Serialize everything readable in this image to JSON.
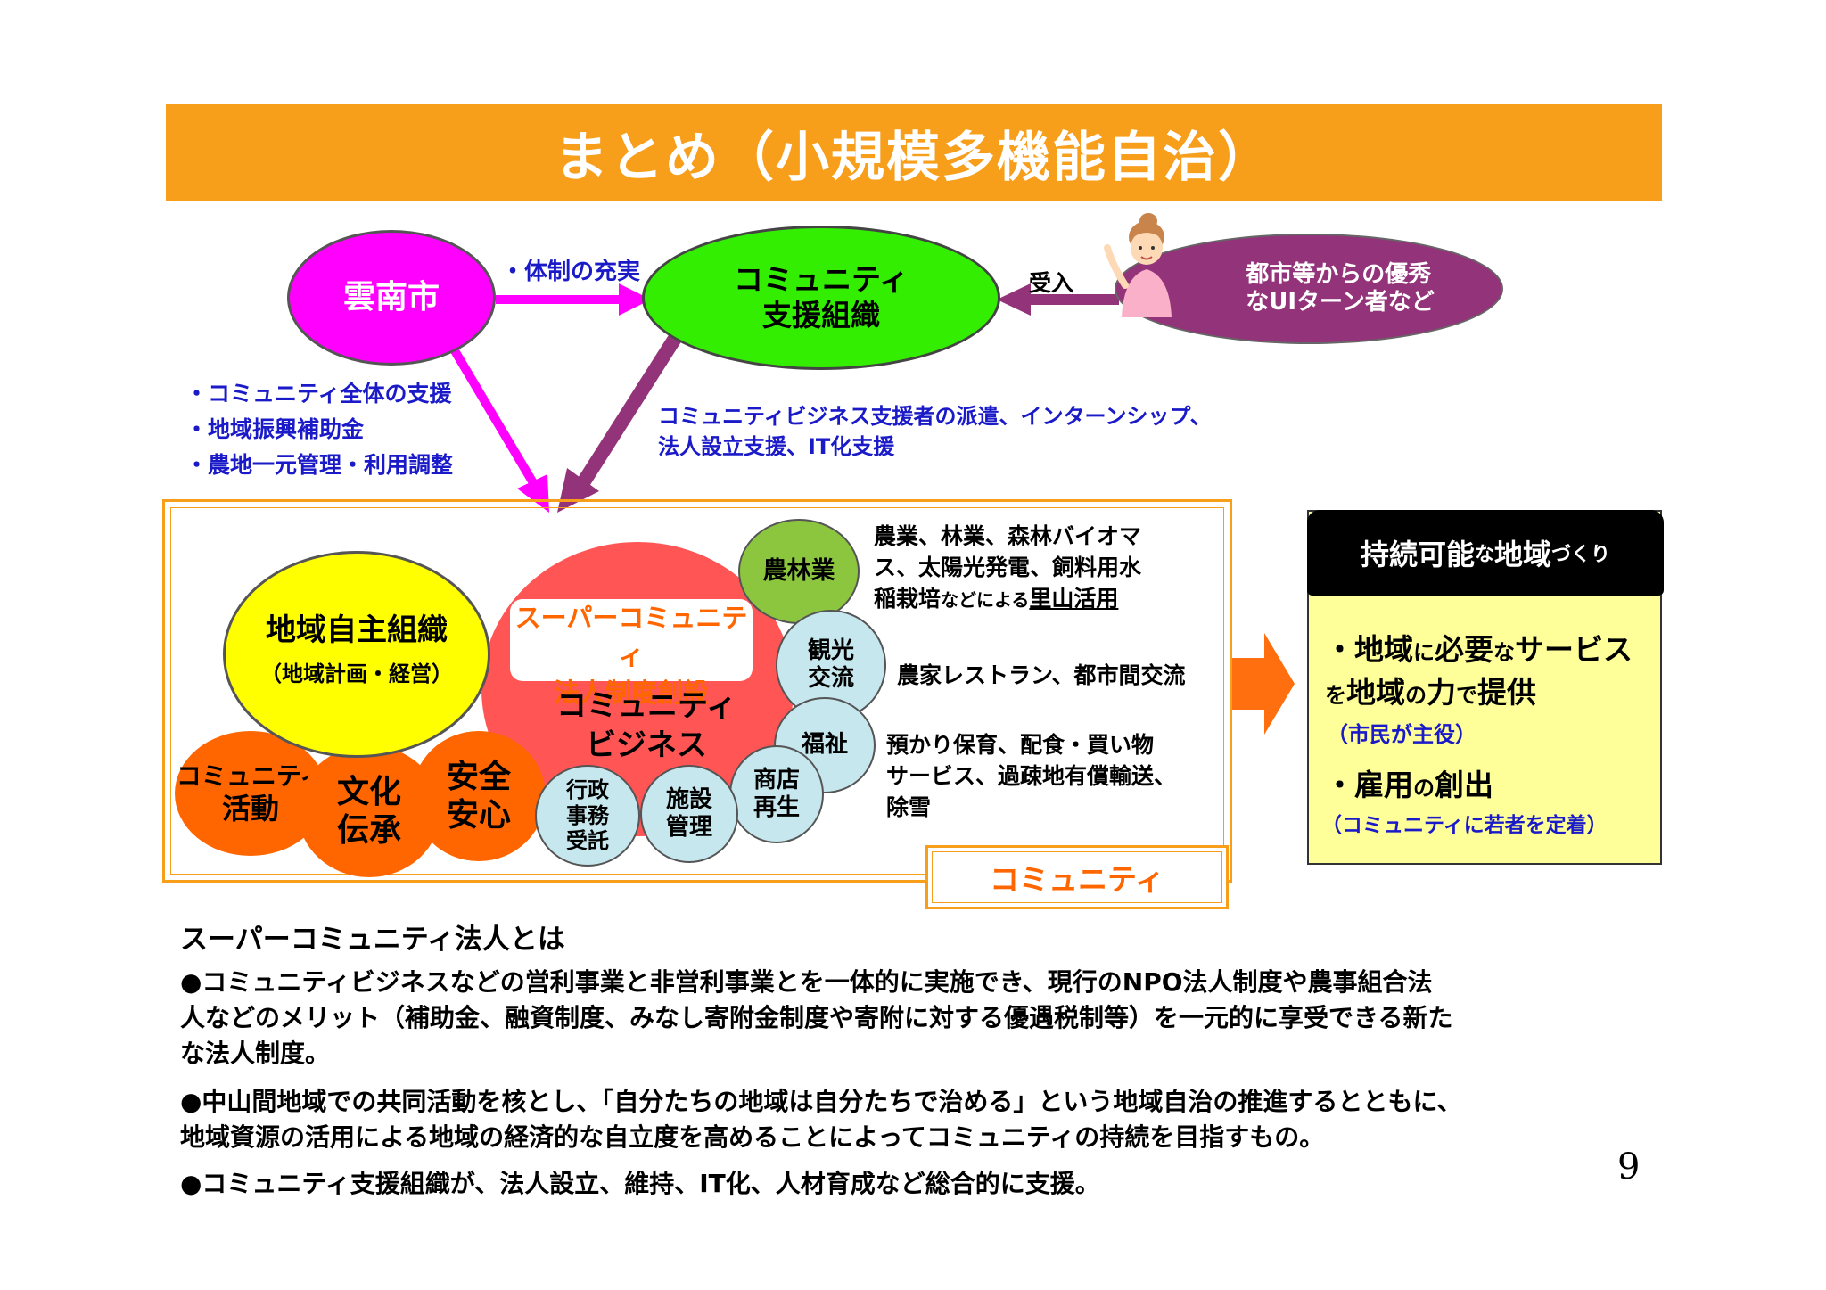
{
  "title": "まとめ（小規模多機能自治）",
  "nodes": {
    "unnan": "雲南市",
    "support_org_line1": "コミュニティ",
    "support_org_line2": "支援組織",
    "talent_line1": "都市等からの優秀",
    "talent_line2": "なUIターン者など",
    "chiiki_main": "地域自主組織",
    "chiiki_sub": "（地域計画・経営）",
    "comm_activity_line1": "コミュニティ",
    "comm_activity_line2": "活動",
    "bunka_line1": "文化",
    "bunka_line2": "伝承",
    "anzen_line1": "安全",
    "anzen_line2": "安心",
    "super_line1": "スーパーコミュニティ",
    "super_line2": "法人制度創設",
    "cb_line1": "コミュニティ",
    "cb_line2": "ビジネス",
    "norin": "農林業",
    "kanko_line1": "観光",
    "kanko_line2": "交流",
    "fukushi": "福祉",
    "shoten_line1": "商店",
    "shoten_line2": "再生",
    "shisetsu_line1": "施設",
    "shisetsu_line2": "管理",
    "gyosei_line1": "行政",
    "gyosei_line2": "事務",
    "gyosei_line3": "受託",
    "community_label": "コミュニティ"
  },
  "edges": {
    "taisei": "・体制の充実",
    "ukeire": "受入",
    "city_support_1": "・コミュニティ全体の支援",
    "city_support_2": "・地域振興補助金",
    "city_support_3": "・農地一元管理・利用調整",
    "org_support_1": "コミュニティビジネス支援者の派遣、インターンシップ、",
    "org_support_2": "法人設立支援、IT化支援"
  },
  "descriptions": {
    "norin_1": "農業、林業、森林バイオマ",
    "norin_2": "ス、太陽光発電、飼料用水",
    "norin_3a": "稲栽培",
    "norin_3b": "などによる",
    "norin_3c": "里山活用",
    "kanko": "農家レストラン、都市間交流",
    "fukushi_1": "預かり保育、配食・買い物",
    "fukushi_2": "サービス、過疎地有償輸送、",
    "fukushi_3": "除雪"
  },
  "sustain": {
    "head_1": "持続可能",
    "head_2": "な",
    "head_3": "地域",
    "head_4": "づくり",
    "item1_a": "・地域",
    "item1_b": "に",
    "item1_c": "必要",
    "item1_d": "な",
    "item1_e": "サービス",
    "item1_f": "を",
    "item1_g": "地域",
    "item1_h": "の",
    "item1_i": "力",
    "item1_j": "で",
    "item1_k": "提供",
    "item1_sub": "（市民が主役）",
    "item2_a": "・雇用",
    "item2_b": "の",
    "item2_c": "創出",
    "item2_sub": "（コミュニティに若者を定着）"
  },
  "notes": {
    "heading": "スーパーコミュニティ法人とは",
    "p1_1": "●コミュニティビジネスなどの営利事業と非営利事業とを一体的に実施でき、現行のNPO法人制度や農事組合法",
    "p1_2": "人などのメリット（補助金、融資制度、みなし寄附金制度や寄附に対する優遇税制等）を一元的に享受できる新た",
    "p1_3": "な法人制度。",
    "p2_1": "●中山間地域での共同活動を核とし、「自分たちの地域は自分たちで治める」という地域自治の推進するとともに、",
    "p2_2": "地域資源の活用による地域の経済的な自立度を高めることによってコミュニティの持続を目指すもの。",
    "p3": "●コミュニティ支援組織が、法人設立、維持、IT化、人材育成など総合的に支援。"
  },
  "page_number": "9",
  "colors": {
    "title_bar": "#f79e1b",
    "magenta": "#ff00ff",
    "green": "#33ee00",
    "purple": "#93337a",
    "yellow": "#ffff00",
    "orange_circle": "#ff6600",
    "red_circle": "#ff5555",
    "light_teal": "#c6e7ee",
    "olive_green": "#8cc63f",
    "sustain_bg": "#ffff99"
  }
}
